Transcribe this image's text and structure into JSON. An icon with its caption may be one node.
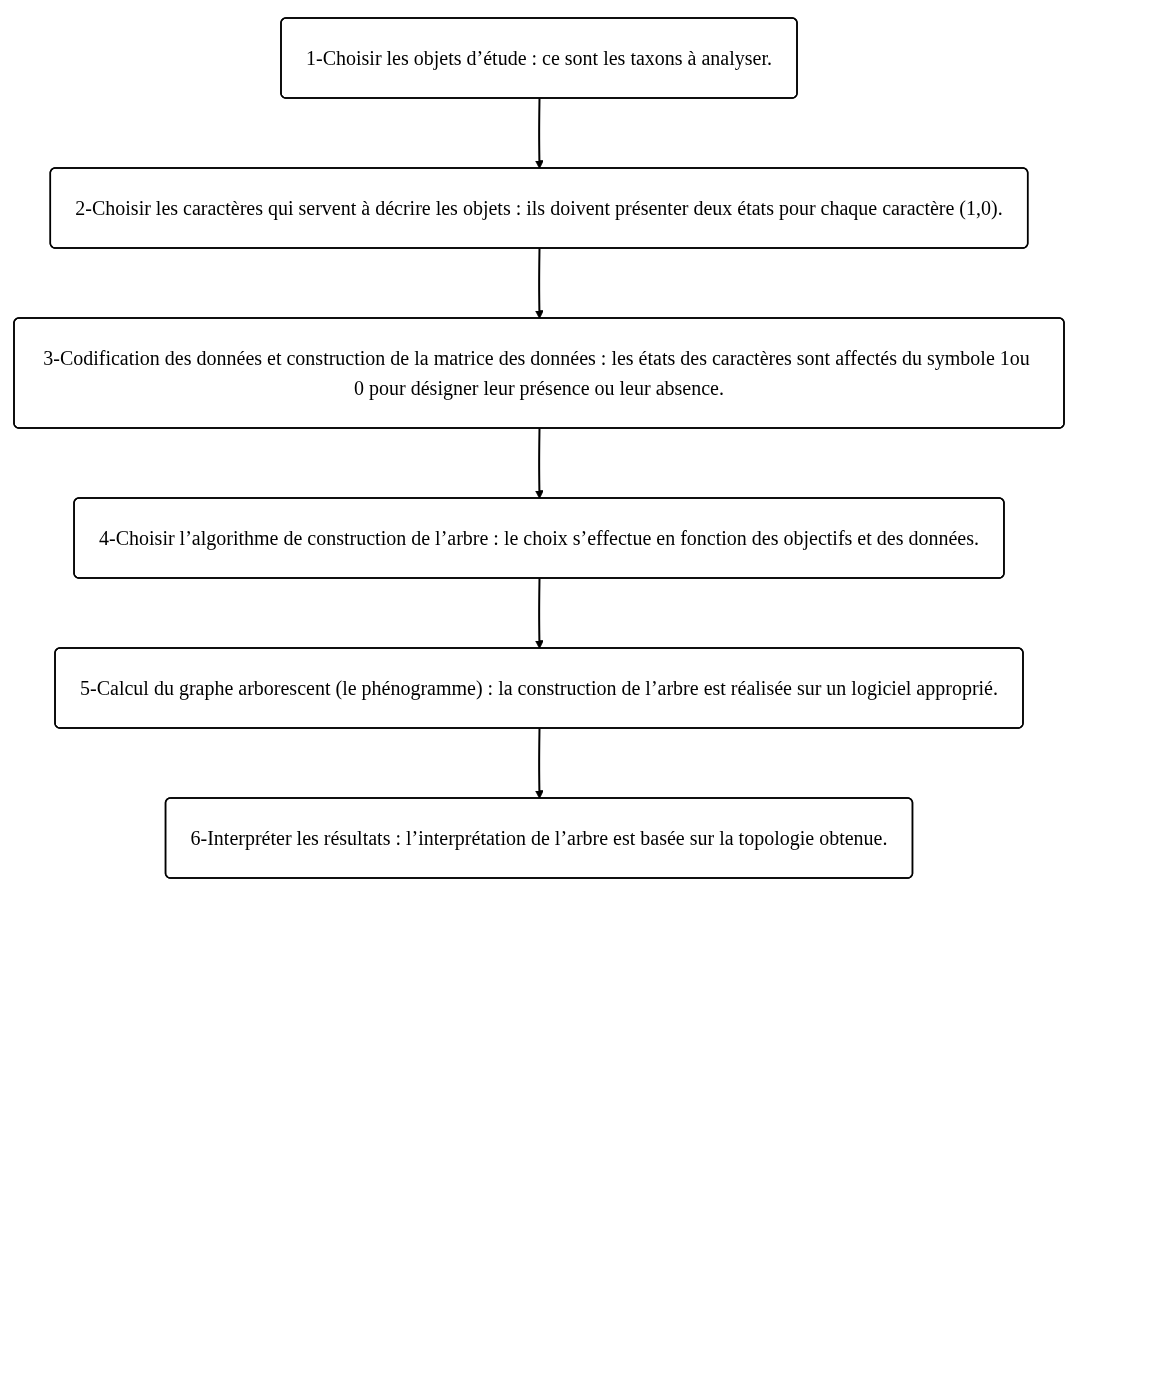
{
  "diagram": {
    "nodes": [
      {
        "text": [
          "1-Choisir les objets d’étude : ce sont les taxons à analyser."
        ]
      },
      {
        "text": [
          "2-Choisir les caractères qui servent à décrire les objets : ils doivent présenter deux états pour chaque caractère (1,0)."
        ]
      },
      {
        "text": [
          "3-Codification des données et construction de la matrice des données : les états des caractères sont affectés du symbole 1ou 0 pour désigner leur présence ou leur absence."
        ]
      },
      {
        "text": [
          "4-Choisir l’algorithme de construction de l’arbre : le choix s’effectue en fonction des objectifs et des données."
        ]
      },
      {
        "text": [
          "5-Calcul du graphe arborescent (le phénogramme) : la construction de l’arbre est réalisée sur un logiciel approprié."
        ]
      },
      {
        "text": [
          "6-Interpréter les résultats : l’interprétation de l’arbre est basée sur la topologie obtenue."
        ]
      }
    ],
    "edges": [
      {
        "from": 0,
        "to": 1,
        "arrow": "to"
      },
      {
        "from": 1,
        "to": 2,
        "arrow": "to"
      },
      {
        "from": 2,
        "to": 3,
        "arrow": "to"
      },
      {
        "from": 3,
        "to": 4,
        "arrow": "to"
      },
      {
        "from": 4,
        "to": 5,
        "arrow": "to"
      }
    ]
  }
}
